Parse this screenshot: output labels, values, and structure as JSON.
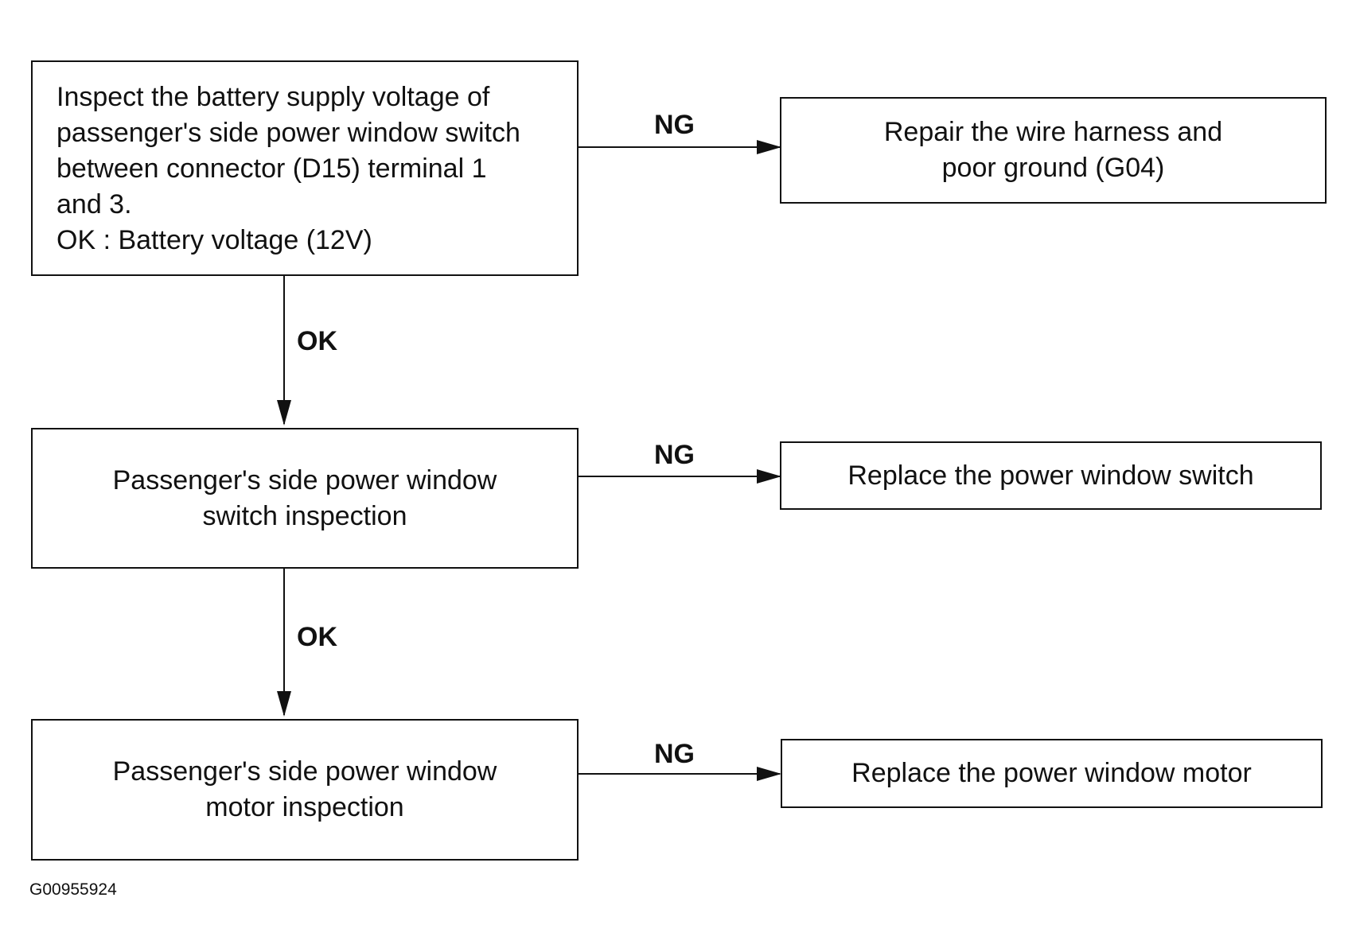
{
  "step1": {
    "lines": [
      "Inspect the battery supply voltage of",
      "passenger's side power window switch",
      "between connector (D15) terminal 1",
      "and 3.",
      "OK : Battery voltage (12V)"
    ]
  },
  "result1": {
    "lines": [
      "Repair the wire harness and",
      "poor ground (G04)"
    ]
  },
  "step2": {
    "lines": [
      "Passenger's side power window",
      "switch inspection"
    ]
  },
  "result2": {
    "lines": [
      "Replace the power window switch"
    ]
  },
  "step3": {
    "lines": [
      "Passenger's side power window",
      "motor inspection"
    ]
  },
  "result3": {
    "lines": [
      "Replace the power window motor"
    ]
  },
  "labels": {
    "ng1": "NG",
    "ok1": "OK",
    "ng2": "NG",
    "ok2": "OK",
    "ng3": "NG"
  },
  "figure_code": "G00955924"
}
